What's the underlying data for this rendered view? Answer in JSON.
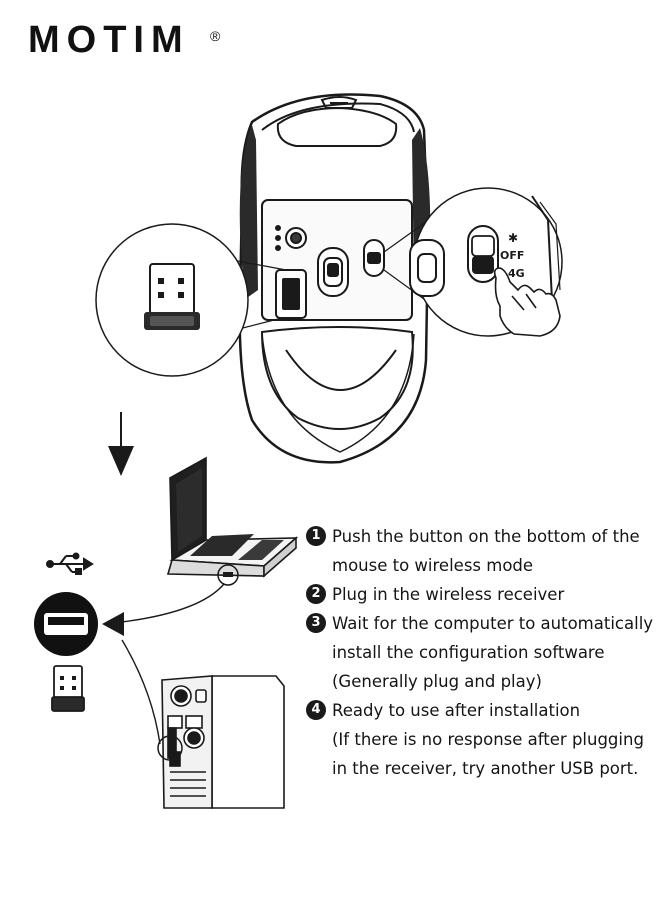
{
  "brand": {
    "name": "MOTIM",
    "registered": "®"
  },
  "switch_labels": {
    "bluetooth": "✱",
    "off": "OFF",
    "four_g": "4G"
  },
  "steps": [
    {
      "number": "1",
      "lines": [
        "Push the button on the bottom of the",
        "mouse to wireless mode"
      ]
    },
    {
      "number": "2",
      "lines": [
        "Plug in the wireless receiver"
      ]
    },
    {
      "number": "3",
      "lines": [
        "Wait for the computer to automatically",
        "install the configuration software",
        "(Generally plug and play)"
      ]
    },
    {
      "number": "4",
      "lines": [
        "Ready to use after installation",
        "(If there is no response after plugging",
        "in the receiver, try another USB port."
      ]
    }
  ],
  "icons": [
    "usb-symbol-icon",
    "usb-port-icon",
    "usb-receiver-icon",
    "arrow-down-icon",
    "laptop-icon",
    "desktop-tower-icon",
    "mouse-bottom-icon",
    "hand-pointer-icon"
  ],
  "colors": {
    "ink": "#1a1a1a",
    "background": "#ffffff"
  }
}
